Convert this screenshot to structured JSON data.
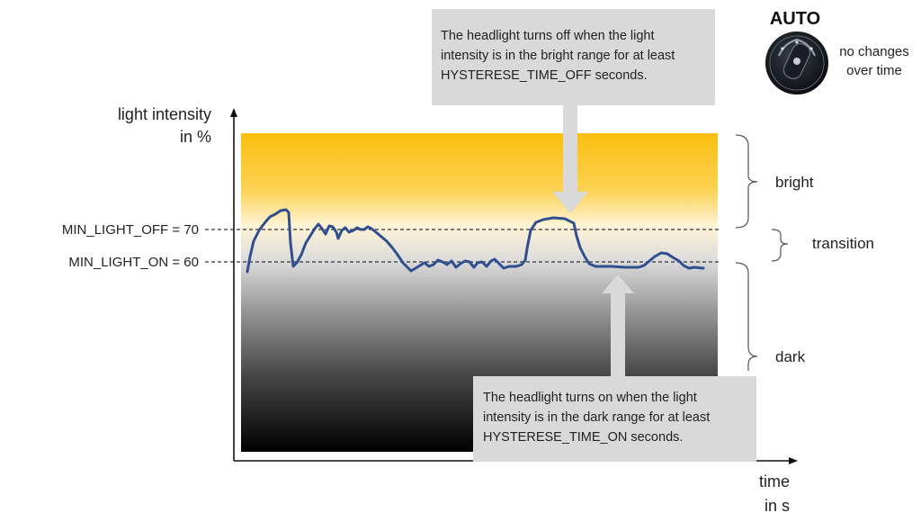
{
  "diagram": {
    "y_axis_label": [
      "light intensity",
      "in %"
    ],
    "x_axis_label": [
      "time",
      "in s"
    ],
    "thresholds": [
      {
        "label": "MIN_LIGHT_OFF = 70",
        "value": 70
      },
      {
        "label": "MIN_LIGHT_ON = 60",
        "value": 60
      }
    ],
    "ranges": [
      "bright",
      "transition",
      "dark"
    ],
    "callout_off": [
      "The headlight turns off when the light",
      "intensity is in the bright range for at least",
      "HYSTERESE_TIME_OFF  seconds."
    ],
    "callout_on": [
      "The headlight turns on when the light",
      "intensity is in the dark range for at least",
      "HYSTERESE_TIME_ON  seconds."
    ],
    "auto_switch": {
      "title": "AUTO",
      "note": [
        "no changes",
        "over time"
      ]
    },
    "colors": {
      "bright": "#fbbf0e",
      "transition": "#fff6d8",
      "dark": "#000000",
      "curve": "#2f4f8f",
      "callout": "#d9d9d9"
    }
  }
}
